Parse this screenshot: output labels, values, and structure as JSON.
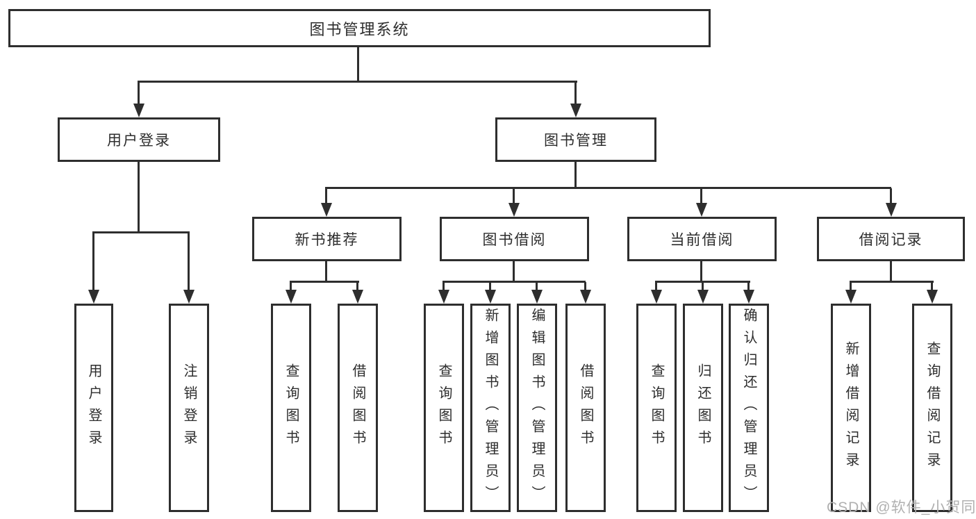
{
  "title": "图书管理系统",
  "level2": {
    "user_login": "用户登录",
    "book_mgmt": "图书管理"
  },
  "level3": {
    "new_book_rec": "新书推荐",
    "book_borrow": "图书借阅",
    "current_borrow": "当前借阅",
    "borrow_records": "借阅记录"
  },
  "leaves": {
    "user_login": "用户登录",
    "logout": "注销登录",
    "rec_query_book": "查询图书",
    "rec_borrow_book": "借阅图书",
    "bb_query_book": "查询图书",
    "bb_add_book": "新增图书（管理员）",
    "bb_edit_book": "编辑图书（管理员）",
    "bb_borrow_book": "借阅图书",
    "cb_query_book": "查询图书",
    "cb_return_book": "归还图书",
    "cb_confirm_return": "确认归还（管理员）",
    "br_add_record": "新增借阅记录",
    "br_query_record": "查询借阅记录"
  },
  "watermark": "CSDN @软件_小贺同学",
  "colors": {
    "line": "#2e2e2e",
    "text": "#2d2d2d",
    "watermark": "#b0b0b0",
    "background": "#ffffff"
  }
}
